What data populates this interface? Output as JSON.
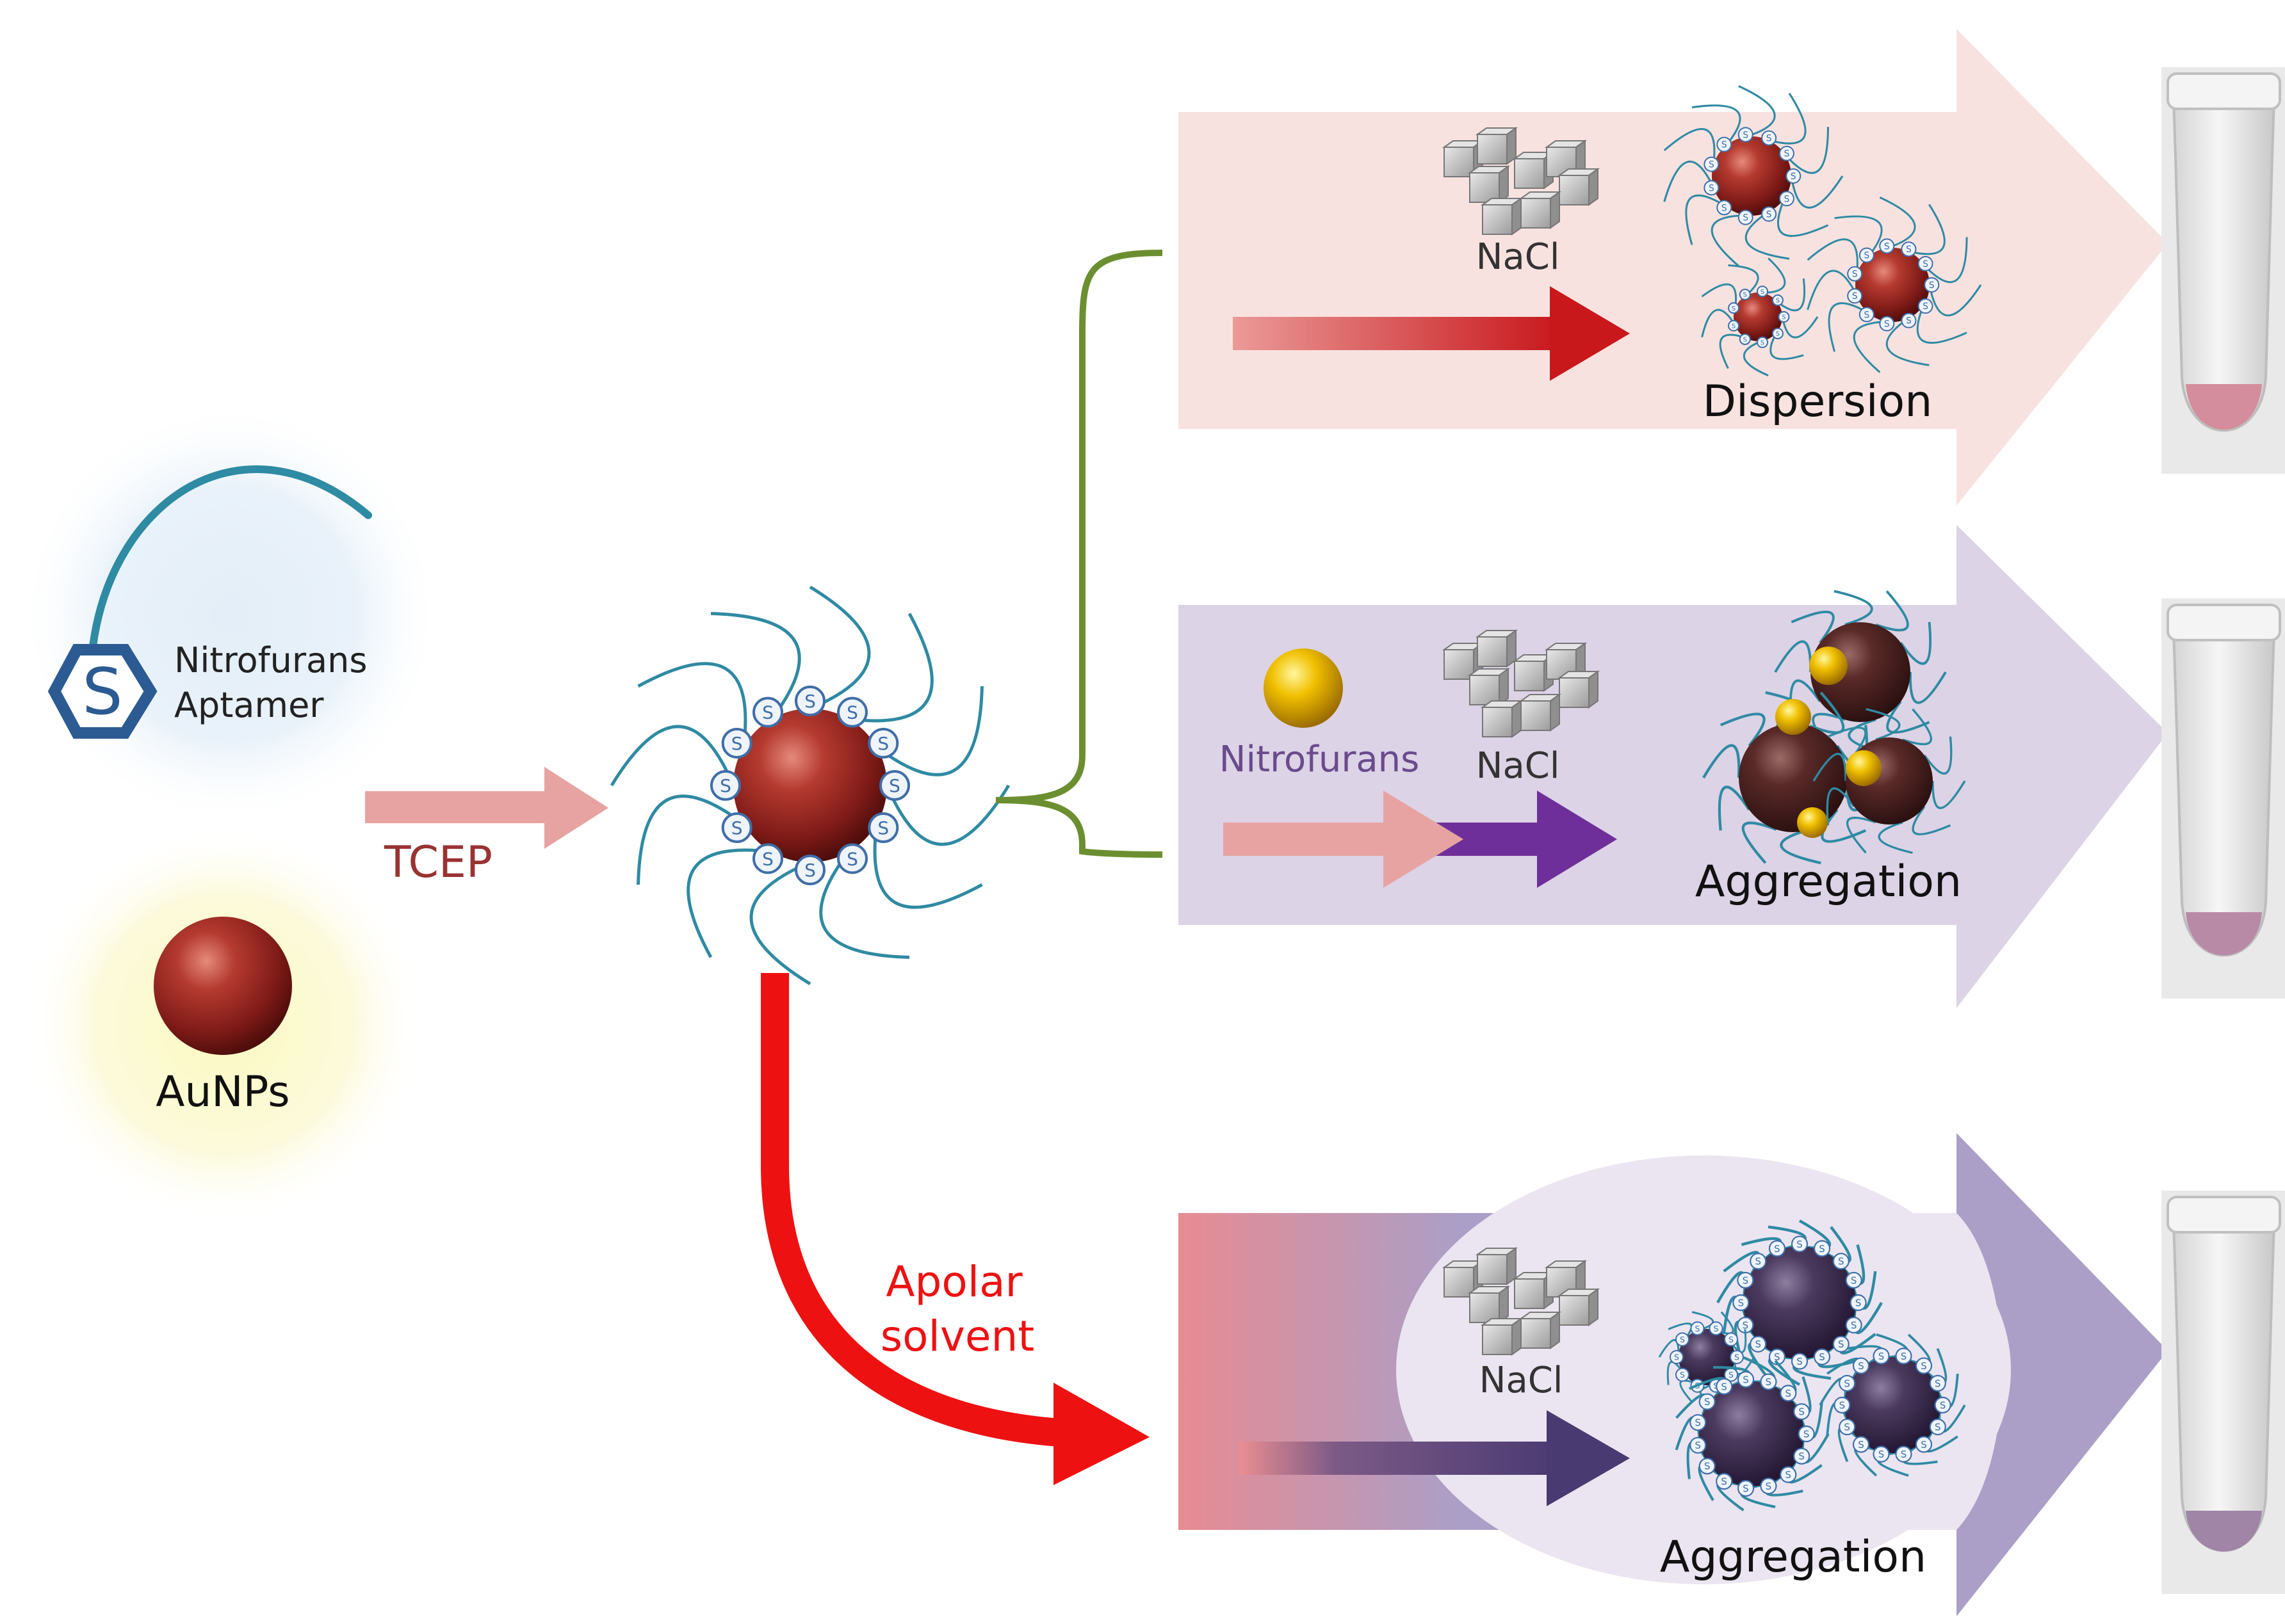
{
  "inputs": {
    "aptamer_label_line1": "Nitrofurans",
    "aptamer_label_line2": "Aptamer",
    "thiol_symbol": "S",
    "aunp_label": "AuNPs",
    "tcep_label": "TCEP"
  },
  "branches": {
    "top": {
      "salt_label": "NaCl",
      "result_label": "Dispersion"
    },
    "middle": {
      "analyte_label": "Nitrofurans",
      "salt_label": "NaCl",
      "result_label": "Aggregation"
    },
    "bottom": {
      "solvent_label_line1": "Apolar",
      "solvent_label_line2": "solvent",
      "salt_label": "NaCl",
      "result_label": "Aggregation"
    }
  },
  "colors": {
    "nanoparticle": "#8e1f1c",
    "aptamer_strand": "#2f8aa3",
    "top_panel": "#f8e2e0",
    "middle_panel": "#dcd3e6",
    "bottom_panel": "#ebe5f1",
    "brace": "#6b8f30",
    "solvent_arrow": "#ee1111",
    "nitrofuran_text": "#6a4a8c",
    "tcep_text": "#9a3232",
    "gold": "#e8b400"
  }
}
